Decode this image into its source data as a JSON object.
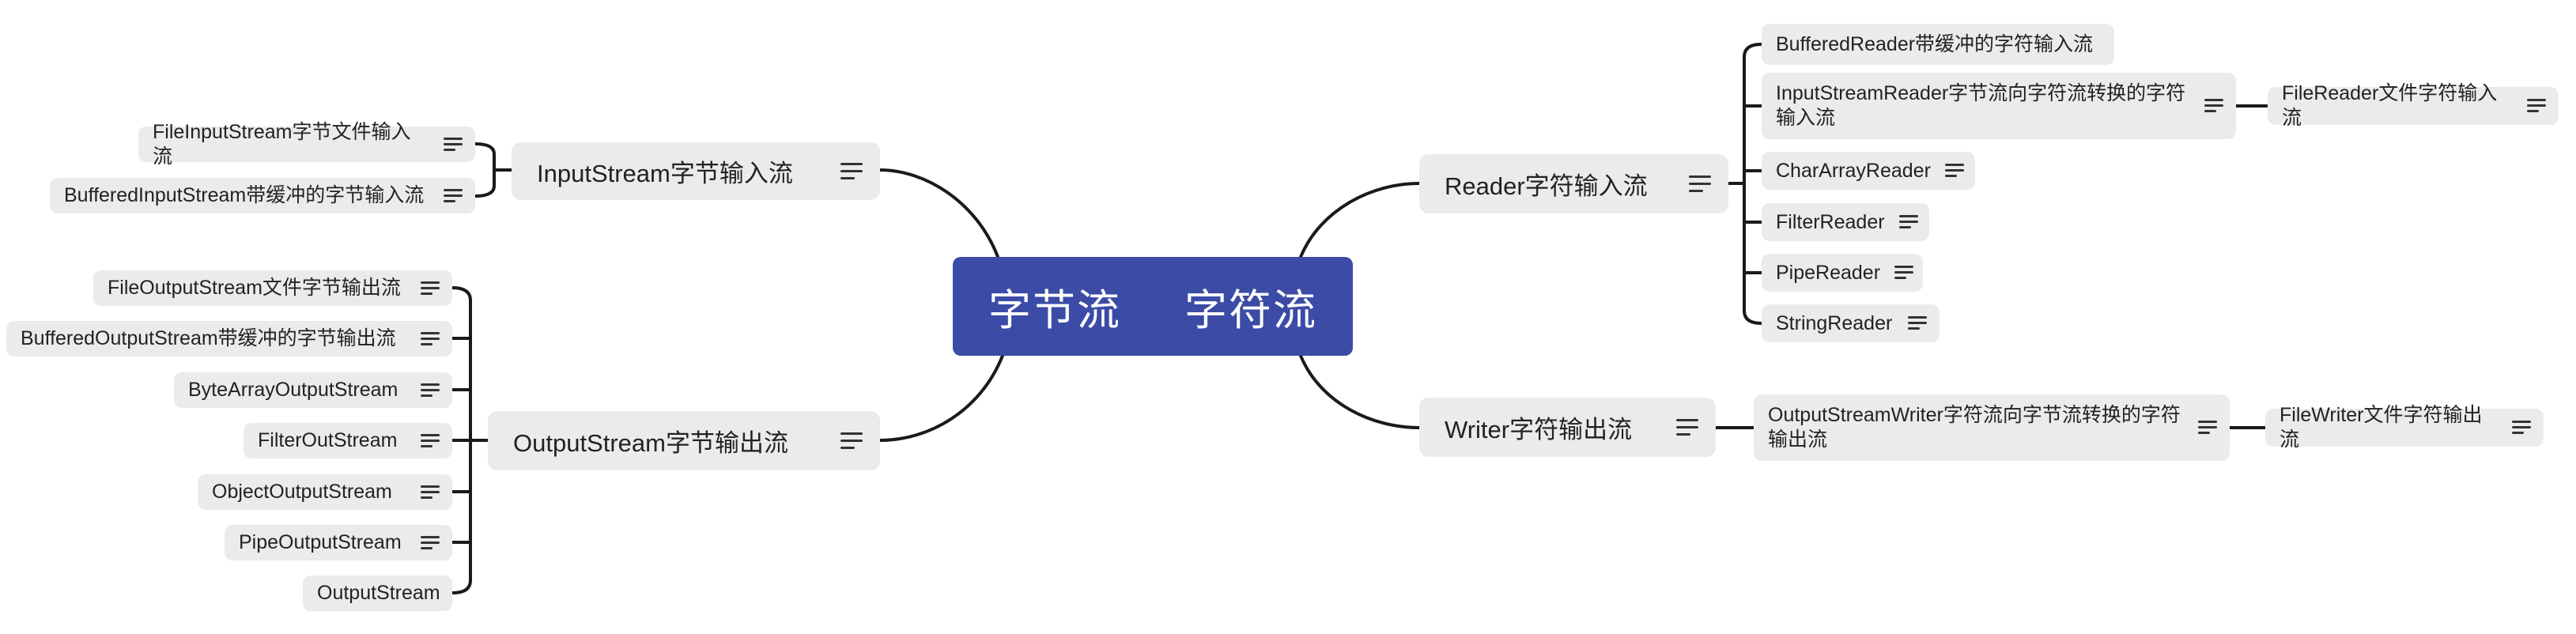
{
  "root": {
    "left": "字节流",
    "right": "字符流"
  },
  "input_stream": {
    "label": "InputStream字节输入流",
    "children": [
      "FileInputStream字节文件输入流",
      "BufferedInputStream带缓冲的字节输入流"
    ]
  },
  "output_stream": {
    "label": "OutputStream字节输出流",
    "children": [
      "FileOutputStream文件字节输出流",
      "BufferedOutputStream带缓冲的字节输出流",
      "ByteArrayOutputStream",
      "FilterOutStream",
      "ObjectOutputStream",
      "PipeOutputStream",
      "OutputStream"
    ]
  },
  "reader": {
    "label": "Reader字符输入流",
    "children": [
      "BufferedReader带缓冲的字符输入流",
      "InputStreamReader字节流向字符流转换的字符输入流",
      "CharArrayReader",
      "FilterReader",
      "PipeReader",
      "StringReader"
    ],
    "sub": "FileReader文件字符输入流"
  },
  "writer": {
    "label": "Writer字符输出流",
    "child": "OutputStreamWriter字符流向字节流转换的字符输出流",
    "sub": "FileWriter文件字符输出流"
  },
  "colors": {
    "root": "#3b4ba6",
    "node": "#ebebeb",
    "line": "#1a1a1a"
  }
}
